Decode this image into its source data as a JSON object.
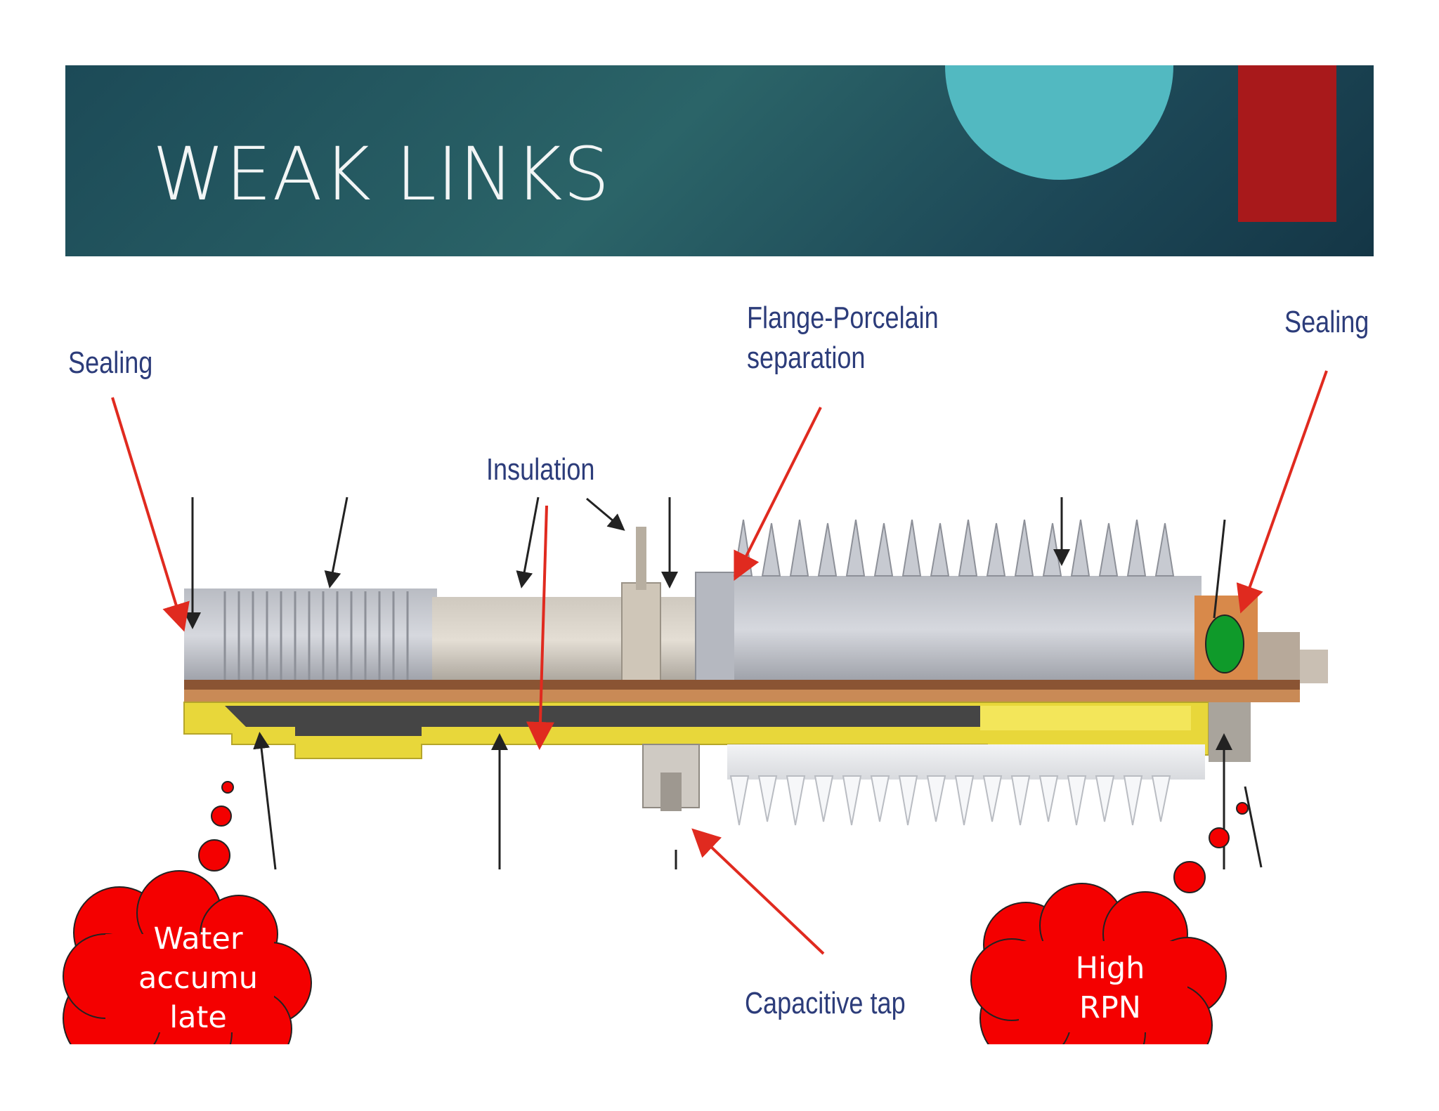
{
  "slide": {
    "title": "WEAK LINKS"
  },
  "diagram": {
    "labels": {
      "sealing_left": "Sealing",
      "sealing_right": "Sealing",
      "flange_porcelain": [
        "Flange-Porcelain",
        "separation"
      ],
      "insulation": "Insulation",
      "capacitive_tap": "Capacitive tap"
    },
    "callouts": {
      "left": [
        "Water",
        "accumu",
        "late"
      ],
      "right": [
        "High",
        "RPN"
      ]
    },
    "colors": {
      "banner_dark": "#1c4a57",
      "banner_teal": "#2b6468",
      "accent_circle": "#52b9c1",
      "accent_rect": "#a8191b",
      "label_text": "#2c3c7a",
      "arrow_red": "#e02a1f",
      "callout_red": "#f40000",
      "marker_green": "#0f9a2a"
    }
  }
}
